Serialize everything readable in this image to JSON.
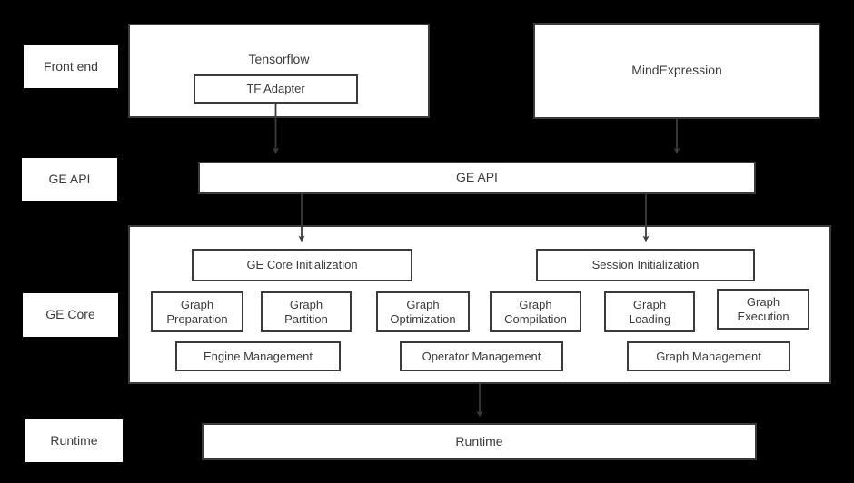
{
  "diagram": {
    "background_color": "#000000",
    "box_fill": "#ffffff",
    "border_color": "#3b3b3b",
    "text_color": "#3b3b3b",
    "rails": [
      {
        "label": "Front end"
      },
      {
        "label": "GE API"
      },
      {
        "label": "GE Core"
      },
      {
        "label": "Runtime"
      }
    ],
    "frontend": {
      "tensorflow": {
        "title": "Tensorflow",
        "child": "TF Adapter"
      },
      "mindexpression": {
        "title": "MindExpression"
      }
    },
    "ge_api_bar": {
      "label": "GE API"
    },
    "ge_core": {
      "init_boxes": [
        {
          "label": "GE Core Initialization"
        },
        {
          "label": "Session Initialization"
        }
      ],
      "modules": [
        {
          "label": "Graph\nPreparation"
        },
        {
          "label": "Graph\nPartition"
        },
        {
          "label": "Graph\nOptimization"
        },
        {
          "label": "Graph\nCompilation"
        },
        {
          "label": "Graph\nLoading"
        },
        {
          "label": "Graph\nExecution"
        }
      ],
      "management": [
        {
          "label": "Engine Management"
        },
        {
          "label": "Operator Management"
        },
        {
          "label": "Graph Management"
        }
      ]
    },
    "runtime_bar": {
      "label": "Runtime"
    },
    "arrows": [
      {
        "name": "tf-adapter-to-ge-api"
      },
      {
        "name": "mindexpression-to-ge-api"
      },
      {
        "name": "ge-api-to-ge-core-initialization"
      },
      {
        "name": "ge-api-to-session-initialization"
      },
      {
        "name": "ge-core-to-runtime"
      }
    ]
  }
}
